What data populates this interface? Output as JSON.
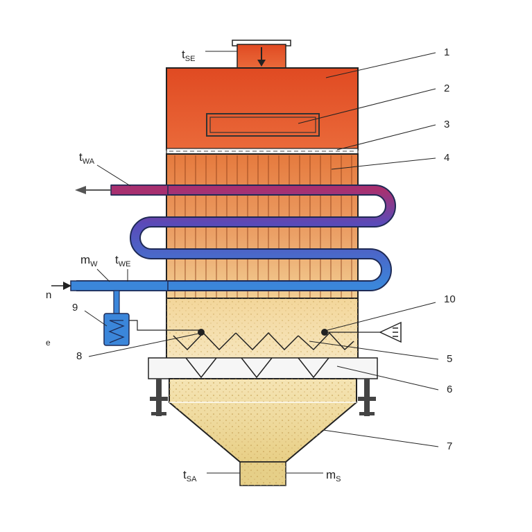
{
  "diagram": {
    "variables": {
      "t_se": {
        "base": "t",
        "sub": "SE"
      },
      "t_wa": {
        "base": "t",
        "sub": "WA"
      },
      "m_w": {
        "base": "m",
        "sub": "W"
      },
      "t_we": {
        "base": "t",
        "sub": "WE"
      },
      "t_sa": {
        "base": "t",
        "sub": "SA"
      },
      "m_s": {
        "base": "m",
        "sub": "S"
      }
    },
    "parts": [
      "1",
      "2",
      "3",
      "4",
      "5",
      "6",
      "7",
      "8",
      "9",
      "10"
    ],
    "edge_marks": [
      "n",
      "e"
    ],
    "colors": {
      "upper_chamber": "#e4502a",
      "tube_bank": "#e88a4a",
      "coil_inlet": "#3c7fd6",
      "coil_outlet": "#a0306a",
      "granulate": "#f0dca0",
      "grate": "#f4f4f4"
    }
  }
}
